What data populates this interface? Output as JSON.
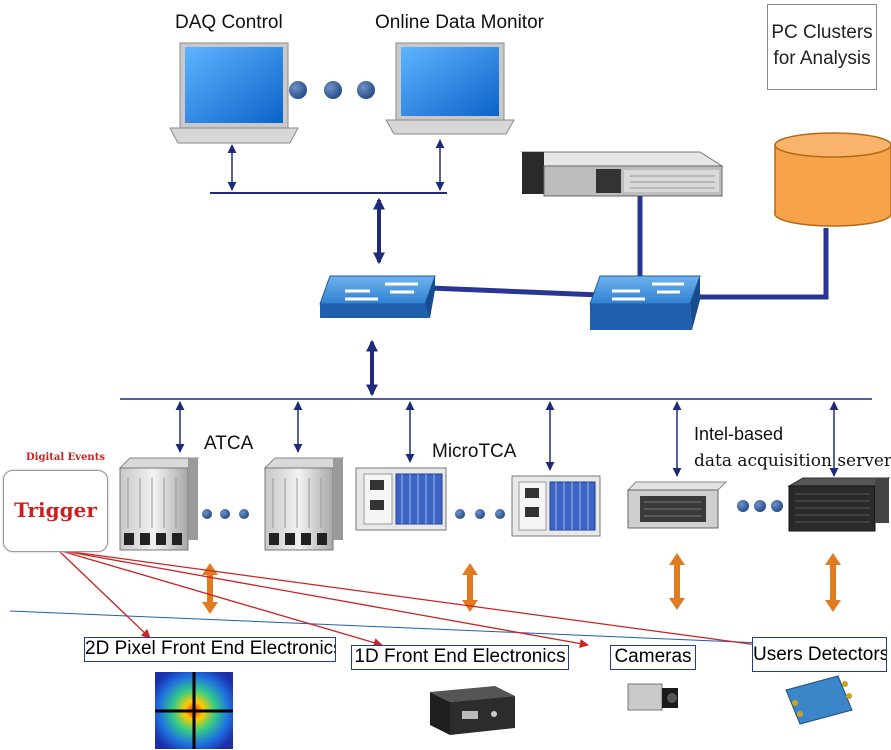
{
  "labels": {
    "daq_control": "DAQ Control",
    "online_monitor": "Online Data Monitor",
    "pc_clusters_line1": "PC Clusters",
    "pc_clusters_line2": "for  Analysis",
    "atca": "ATCA",
    "microtca": "MicroTCA",
    "intel_line1": "Intel-based",
    "intel_line2": "data acquisition server",
    "digital_events": "Digital Events",
    "trigger": "Trigger"
  },
  "front_end": {
    "pixel_2d": "2D Pixel Front End Electronics",
    "front_end_1d": "1D Front End Electronics",
    "cameras": "Cameras",
    "users_detectors": "Users Detectors"
  },
  "colors": {
    "network_line": "#1f2a7a",
    "thick_link": "#283593",
    "trigger_arrow": "#cc2222",
    "orange_arrow": "#e07b20",
    "storage": "#f7a34a",
    "switch_blue": "#2f7fd0",
    "screen_blue": "#1e88e5"
  },
  "icons": [
    "laptop-icon",
    "rack-server-icon",
    "storage-cylinder-icon",
    "network-switch-icon",
    "atca-crate-icon",
    "microtca-crate-icon",
    "server-icon",
    "pixel-detector-image",
    "electronics-box-icon",
    "camera-icon",
    "detector-board-icon"
  ]
}
